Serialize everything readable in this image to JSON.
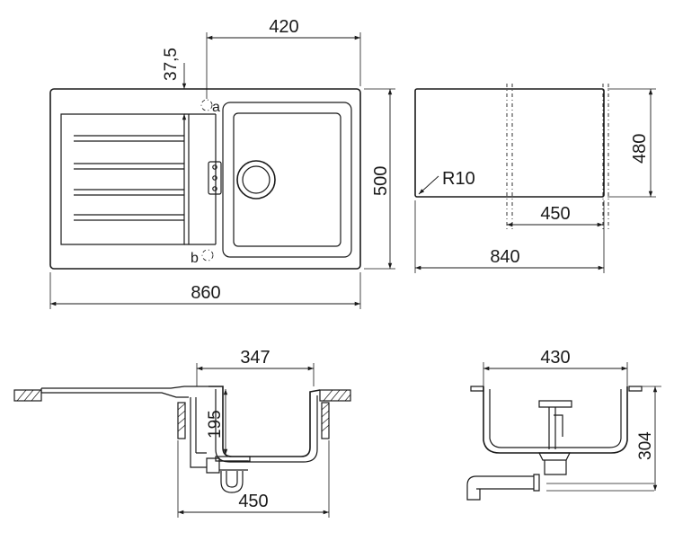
{
  "top_view": {
    "dim_width_bowl": "420",
    "dim_offset": "37,5",
    "dim_height": "500",
    "dim_total_width": "860",
    "marker_a": "a",
    "marker_b": "b"
  },
  "cutout_view": {
    "dim_radius": "R10",
    "dim_height": "480",
    "dim_inner_width": "450",
    "dim_total_width": "840"
  },
  "side_view": {
    "dim_bowl_width": "347",
    "dim_depth": "195",
    "dim_cabinet": "450"
  },
  "front_view": {
    "dim_bowl_width": "430",
    "dim_height": "304"
  }
}
